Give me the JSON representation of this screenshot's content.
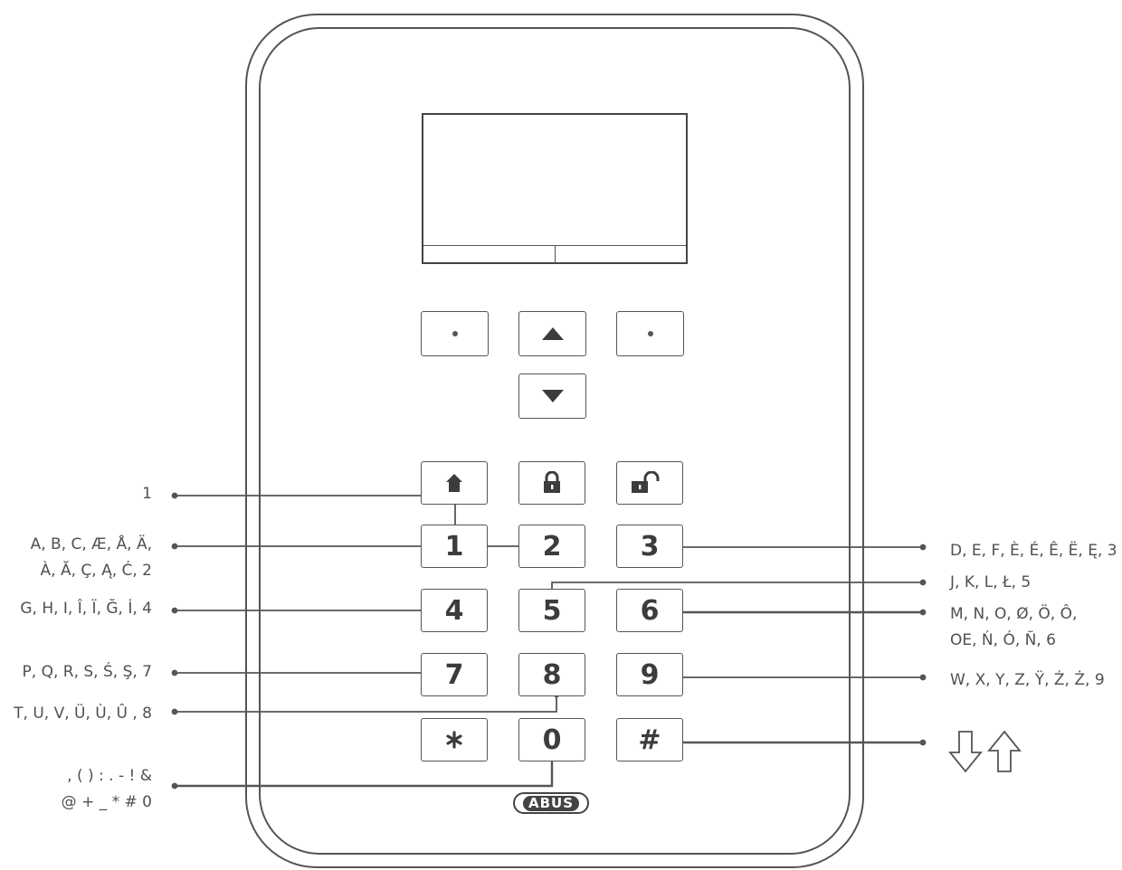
{
  "device": {
    "brand": "ABUS",
    "keys": {
      "k1": "1",
      "k2": "2",
      "k3": "3",
      "k4": "4",
      "k5": "5",
      "k6": "6",
      "k7": "7",
      "k8": "8",
      "k9": "9",
      "kstar": "*",
      "k0": "0",
      "khash": "#"
    }
  },
  "callouts": {
    "key1": "1",
    "key2": "A, B, C, Æ, Å, Ä,\nÀ, Ă, Ç, Ą, Ć, 2",
    "key3": "D, E, F, È, É, Ê, Ë, Ę, 3",
    "key4": "G, H, I, Î, Ï, Ğ, İ, 4",
    "key5": "J, K, L, Ł, 5",
    "key6": "M, N, O, Ø, Ö, Ô,\nOE, Ń, Ó, Ñ, 6",
    "key7": "P, Q, R, S, Ś, Ş, 7",
    "key8": "T, U, V, Ü, Ù, Û , 8",
    "key9": "W, X, Y, Z, Ÿ, Ź, Ż, 9",
    "key0": ", ( ) : . - ! &\n@ + _ * # 0",
    "keyhash": "shift-arrows-icon"
  },
  "icons": {
    "soft_left": "dot-icon",
    "soft_right": "dot-icon",
    "up": "arrow-up-icon",
    "down": "arrow-down-icon",
    "home": "home-icon",
    "arm": "lock-closed-icon",
    "disarm": "lock-open-icon",
    "star": "asterisk-icon"
  }
}
